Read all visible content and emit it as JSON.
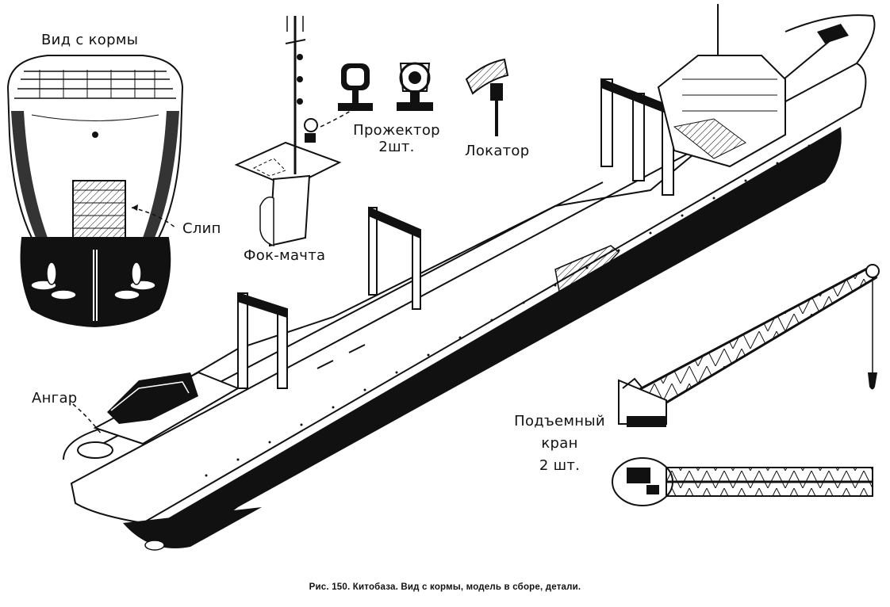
{
  "labels": {
    "stern_view": "Вид с кормы",
    "slip": "Слип",
    "foremast": "Фок-мачта",
    "searchlight_line1": "Прожектор",
    "searchlight_line2": "2шт.",
    "locator": "Локатор",
    "hangar": "Ангар",
    "crane_line1": "Подъемный",
    "crane_line2": "кран",
    "crane_line3": "2 шт."
  },
  "caption": "Рис. 150. Китобаза. Вид с кормы, модель в сборе, детали.",
  "colors": {
    "ink": "#111111",
    "paper": "#ffffff"
  }
}
